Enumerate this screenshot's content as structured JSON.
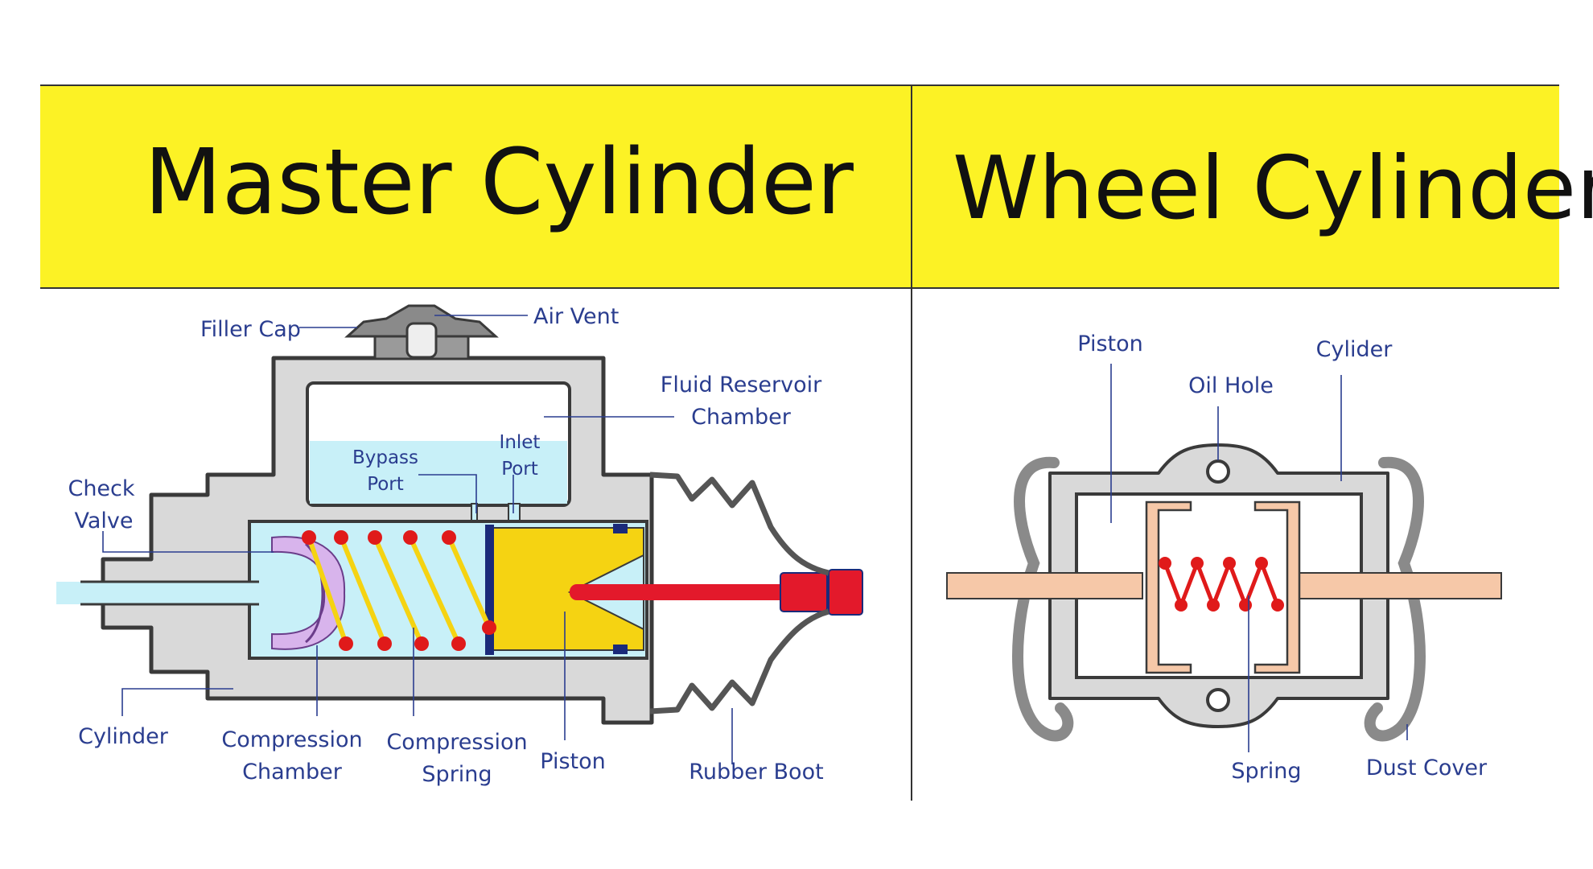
{
  "titles": {
    "master": "Master Cylinder",
    "wheel": "Wheel Cylinder"
  },
  "master_labels": {
    "filler_cap": "Filler Cap",
    "air_vent": "Air Vent",
    "fluid_reservoir_1": "Fluid Reservoir",
    "fluid_reservoir_2": "Chamber",
    "bypass_1": "Bypass",
    "bypass_2": "Port",
    "inlet_1": "Inlet",
    "inlet_2": "Port",
    "check_1": "Check",
    "check_2": "Valve",
    "cylinder": "Cylinder",
    "comp_chamber_1": "Compression",
    "comp_chamber_2": "Chamber",
    "comp_spring_1": "Compression",
    "comp_spring_2": "Spring",
    "piston": "Piston",
    "rubber_boot": "Rubber Boot"
  },
  "wheel_labels": {
    "piston": "Piston",
    "cylider": "Cylider",
    "oil_hole": "Oil Hole",
    "spring": "Spring",
    "dust_cover": "Dust Cover"
  },
  "colors": {
    "banner": "#fcf225",
    "label": "#2a3d8f",
    "body_gray": "#d9d9d9",
    "fluid": "#c8f0f8",
    "piston_yellow": "#f5d312",
    "rod_red": "#e3192b",
    "spring_dot": "#e01a1a",
    "check_valve": "#d8b4ec",
    "wheel_rod": "#f6c8a8"
  }
}
